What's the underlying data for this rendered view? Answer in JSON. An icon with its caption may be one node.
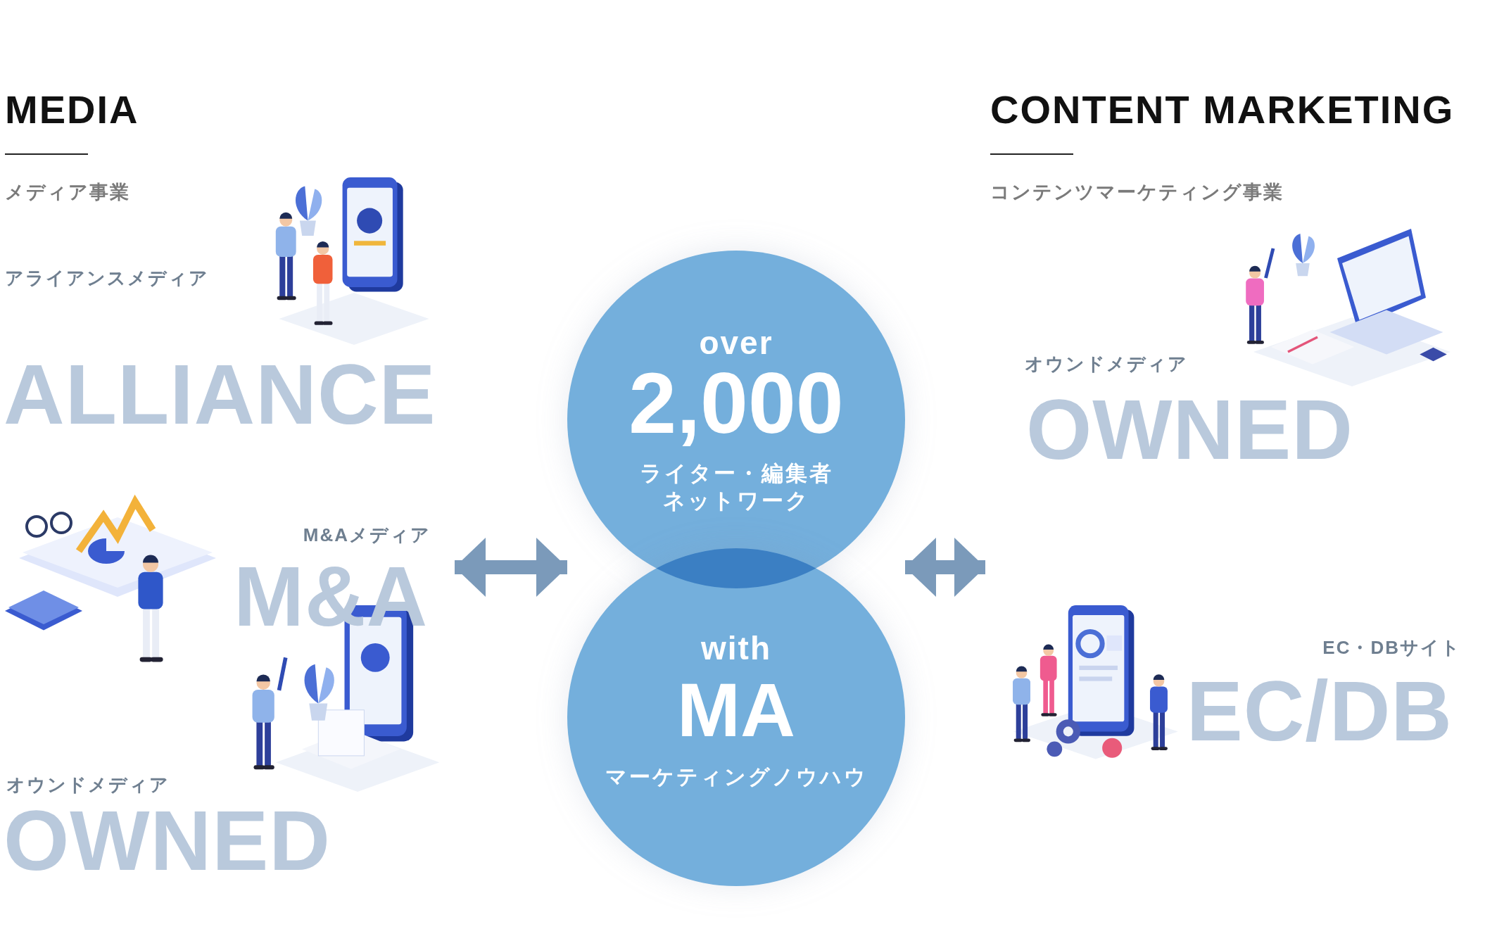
{
  "diagram": {
    "nodes": [
      {
        "text": [
          "MEDIA",
          "メディア事業"
        ]
      },
      {
        "text": [
          "over",
          "2,000",
          "ライター・編集者ネットワーク"
        ]
      },
      {
        "text": [
          "with",
          "MA",
          "マーケティングノウハウ"
        ]
      },
      {
        "text": [
          "CONTENT MARKETING",
          "コンテンツマーケティング事業"
        ]
      }
    ],
    "edges": [
      {
        "from": 0,
        "to": 1,
        "arrow": "both"
      },
      {
        "from": 1,
        "to": 3,
        "arrow": "both"
      }
    ],
    "labels": [
      "アライアンスメディア",
      "ALLIANCE",
      "M&Aメディア",
      "M&A",
      "オウンドメディア",
      "OWNED",
      "オウンドメディア",
      "OWNED",
      "EC・DBサイト",
      "EC/DB"
    ]
  }
}
